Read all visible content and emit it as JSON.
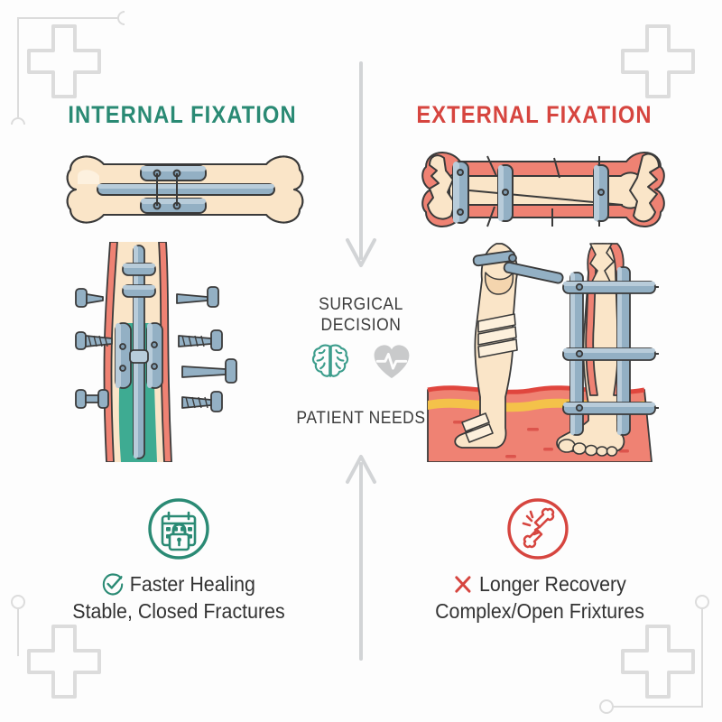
{
  "page": {
    "background_color": "#fdfdfd",
    "accent_teal": "#2a8a74",
    "accent_red": "#d6453f",
    "ornament_color": "#dcdcdc",
    "arrow_color": "#d2d4d6"
  },
  "columns": {
    "left": {
      "title": "INTERNAL FIXATION",
      "title_color": "#2a8a74",
      "illustration_top": "bone-with-intramedullary-nail",
      "illustration_mid": "bone-cross-section-with-screws-and-plates",
      "result": {
        "icon": "calendar-lock-icon",
        "icon_color": "#2a8a74",
        "status_icon": "check-circle-icon",
        "line1": "Faster Healing",
        "line2": "Stable, Closed Fractures"
      }
    },
    "right": {
      "title": "EXTERNAL FIXATION",
      "title_color": "#d6453f",
      "illustration_top": "fractured-bone-with-external-pins",
      "illustration_mid": "legs-with-external-fixator-frame",
      "result": {
        "icon": "broken-bone-icon",
        "icon_color": "#d6453f",
        "status_icon": "cross-x-icon",
        "line1": "Longer Recovery",
        "line2": "Complex/Open Frixtures"
      }
    }
  },
  "center": {
    "arrow_down": "arrow-down-icon",
    "arrow_up": "arrow-up-icon",
    "label_top_line1": "SURGICAL",
    "label_top_line2": "DECISION",
    "label_bottom": "PATIENT NEEDS",
    "icons": [
      {
        "name": "brain-icon",
        "color": "#3c9d8c"
      },
      {
        "name": "heart-pulse-icon",
        "color": "#c9cacb"
      }
    ]
  },
  "ornaments": [
    {
      "name": "corner-cross-top-left",
      "position": "top-left"
    },
    {
      "name": "corner-cross-top-right",
      "position": "top-right"
    },
    {
      "name": "corner-cross-bottom-left",
      "position": "bottom-left"
    },
    {
      "name": "corner-cross-bottom-right",
      "position": "bottom-right"
    }
  ]
}
